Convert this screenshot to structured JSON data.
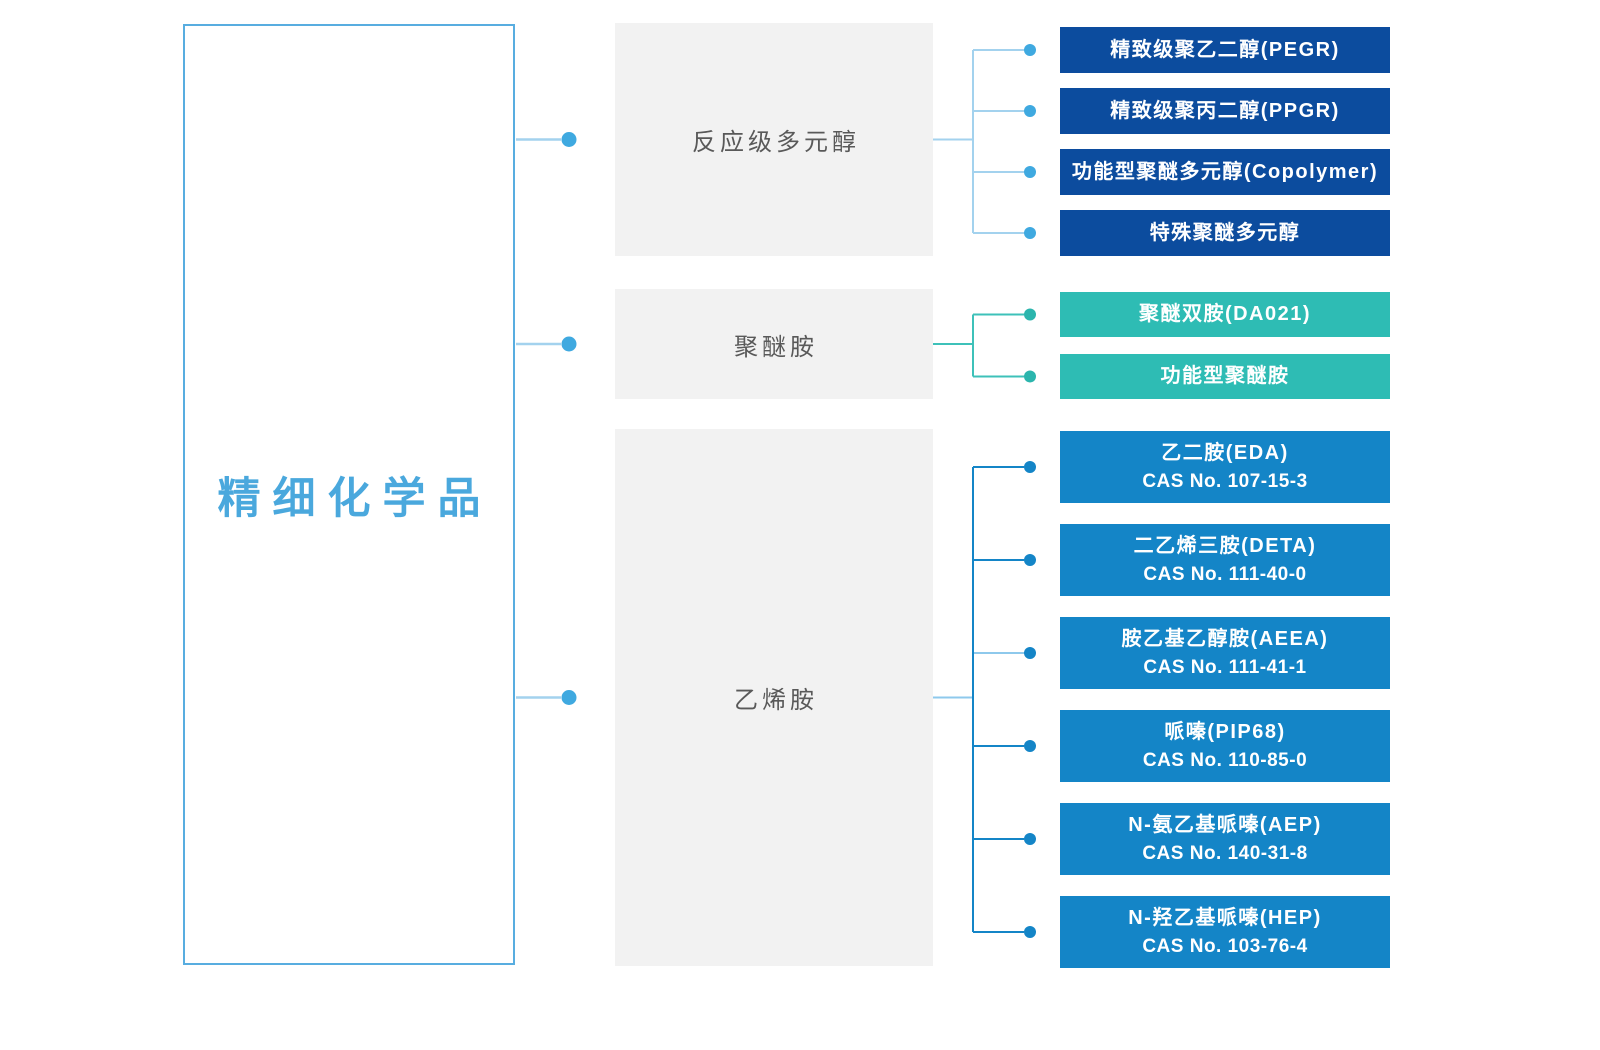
{
  "root": {
    "title": "精细化学品"
  },
  "sections": [
    {
      "label": "反应级多元醇",
      "theme": "darkblue",
      "accent_color": "#0c4c9e",
      "items": [
        {
          "title": "精致级聚乙二醇(PEGR)"
        },
        {
          "title": "精致级聚丙二醇(PPGR)"
        },
        {
          "title": "功能型聚醚多元醇(Copolymer)"
        },
        {
          "title": "特殊聚醚多元醇"
        }
      ]
    },
    {
      "label": "聚醚胺",
      "theme": "teal",
      "accent_color": "#2ebcb4",
      "items": [
        {
          "title": "聚醚双胺(DA021)"
        },
        {
          "title": "功能型聚醚胺"
        }
      ]
    },
    {
      "label": "乙烯胺",
      "theme": "blue",
      "accent_color": "#1485c7",
      "items": [
        {
          "title": "乙二胺(EDA)",
          "cas": "CAS No. 107-15-3"
        },
        {
          "title": "二乙烯三胺(DETA)",
          "cas": "CAS No. 111-40-0"
        },
        {
          "title": "胺乙基乙醇胺(AEEA)",
          "cas": "CAS No. 111-41-1"
        },
        {
          "title": "哌嗪(PIP68)",
          "cas": "CAS No. 110-85-0"
        },
        {
          "title": "N-氨乙基哌嗪(AEP)",
          "cas": "CAS No. 140-31-8"
        },
        {
          "title": "N-羟乙基哌嗪(HEP)",
          "cas": "CAS No. 103-76-4"
        }
      ]
    }
  ],
  "colors": {
    "root_border": "#58ade0",
    "root_title": "#4aa8dd",
    "category_bg": "#f2f2f2",
    "category_text": "#595959",
    "light_line": "#a3d2ee",
    "light_line_blue_section": "#8ec9ec",
    "left_dot": "#3fa9e0",
    "teal_line": "#3ec1b9",
    "teal_dot": "#2bb5ad",
    "blue_line": "#1485c7"
  }
}
